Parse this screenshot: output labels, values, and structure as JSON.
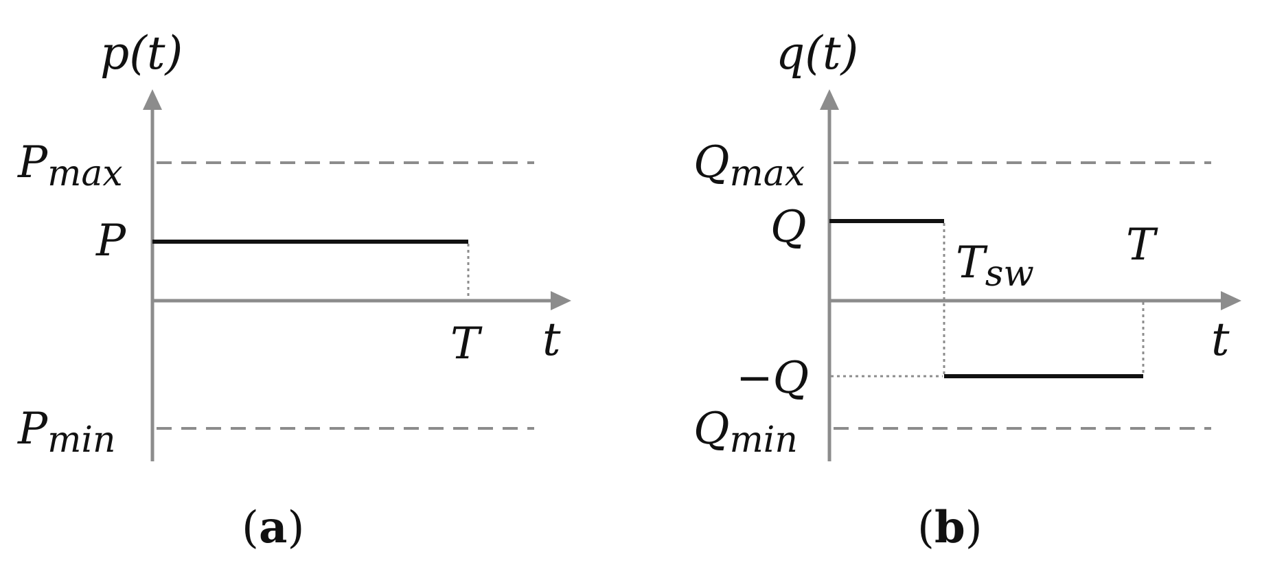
{
  "panel_a": {
    "y_axis_label": "p(t)",
    "x_axis_label": "t",
    "max_label_base": "P",
    "max_label_sub": "max",
    "min_label_base": "P",
    "min_label_sub": "min",
    "level_label": "P",
    "end_time_label": "T",
    "caption_open": "(",
    "caption_letter": "a",
    "caption_close": ")"
  },
  "panel_b": {
    "y_axis_label": "q(t)",
    "x_axis_label": "t",
    "max_label_base": "Q",
    "max_label_sub": "max",
    "min_label_base": "Q",
    "min_label_sub": "min",
    "level_label": "Q",
    "neg_level_label": "−Q",
    "switch_label_base": "T",
    "switch_label_sub": "sw",
    "end_time_label": "T",
    "caption_open": "(",
    "caption_letter": "b",
    "caption_close": ")"
  },
  "colors": {
    "axis": "#8c8c8c",
    "signal": "#111111",
    "bound_dashed": "#8c8c8c",
    "guide_dotted": "#8c8c8c"
  }
}
